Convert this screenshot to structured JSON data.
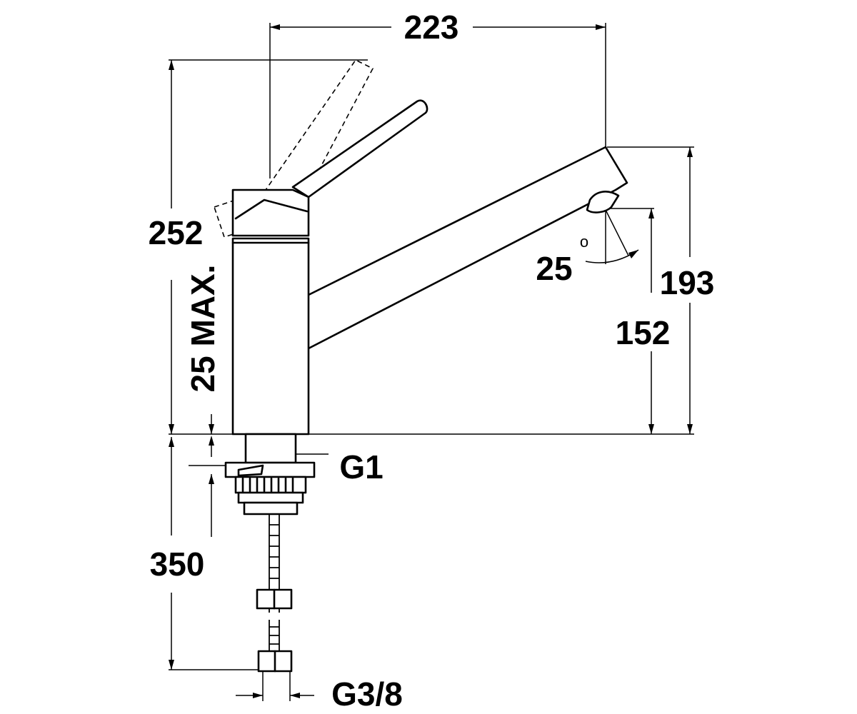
{
  "dimensions": {
    "width_overall": "223",
    "height_total": "252",
    "spout_top": "193",
    "spout_outlet": "152",
    "deck_thickness": "25 MAX.",
    "hose_length": "350",
    "spout_angle": "25",
    "degree_mark": "o",
    "thread_main": "G1",
    "thread_hose": "G3/8"
  }
}
